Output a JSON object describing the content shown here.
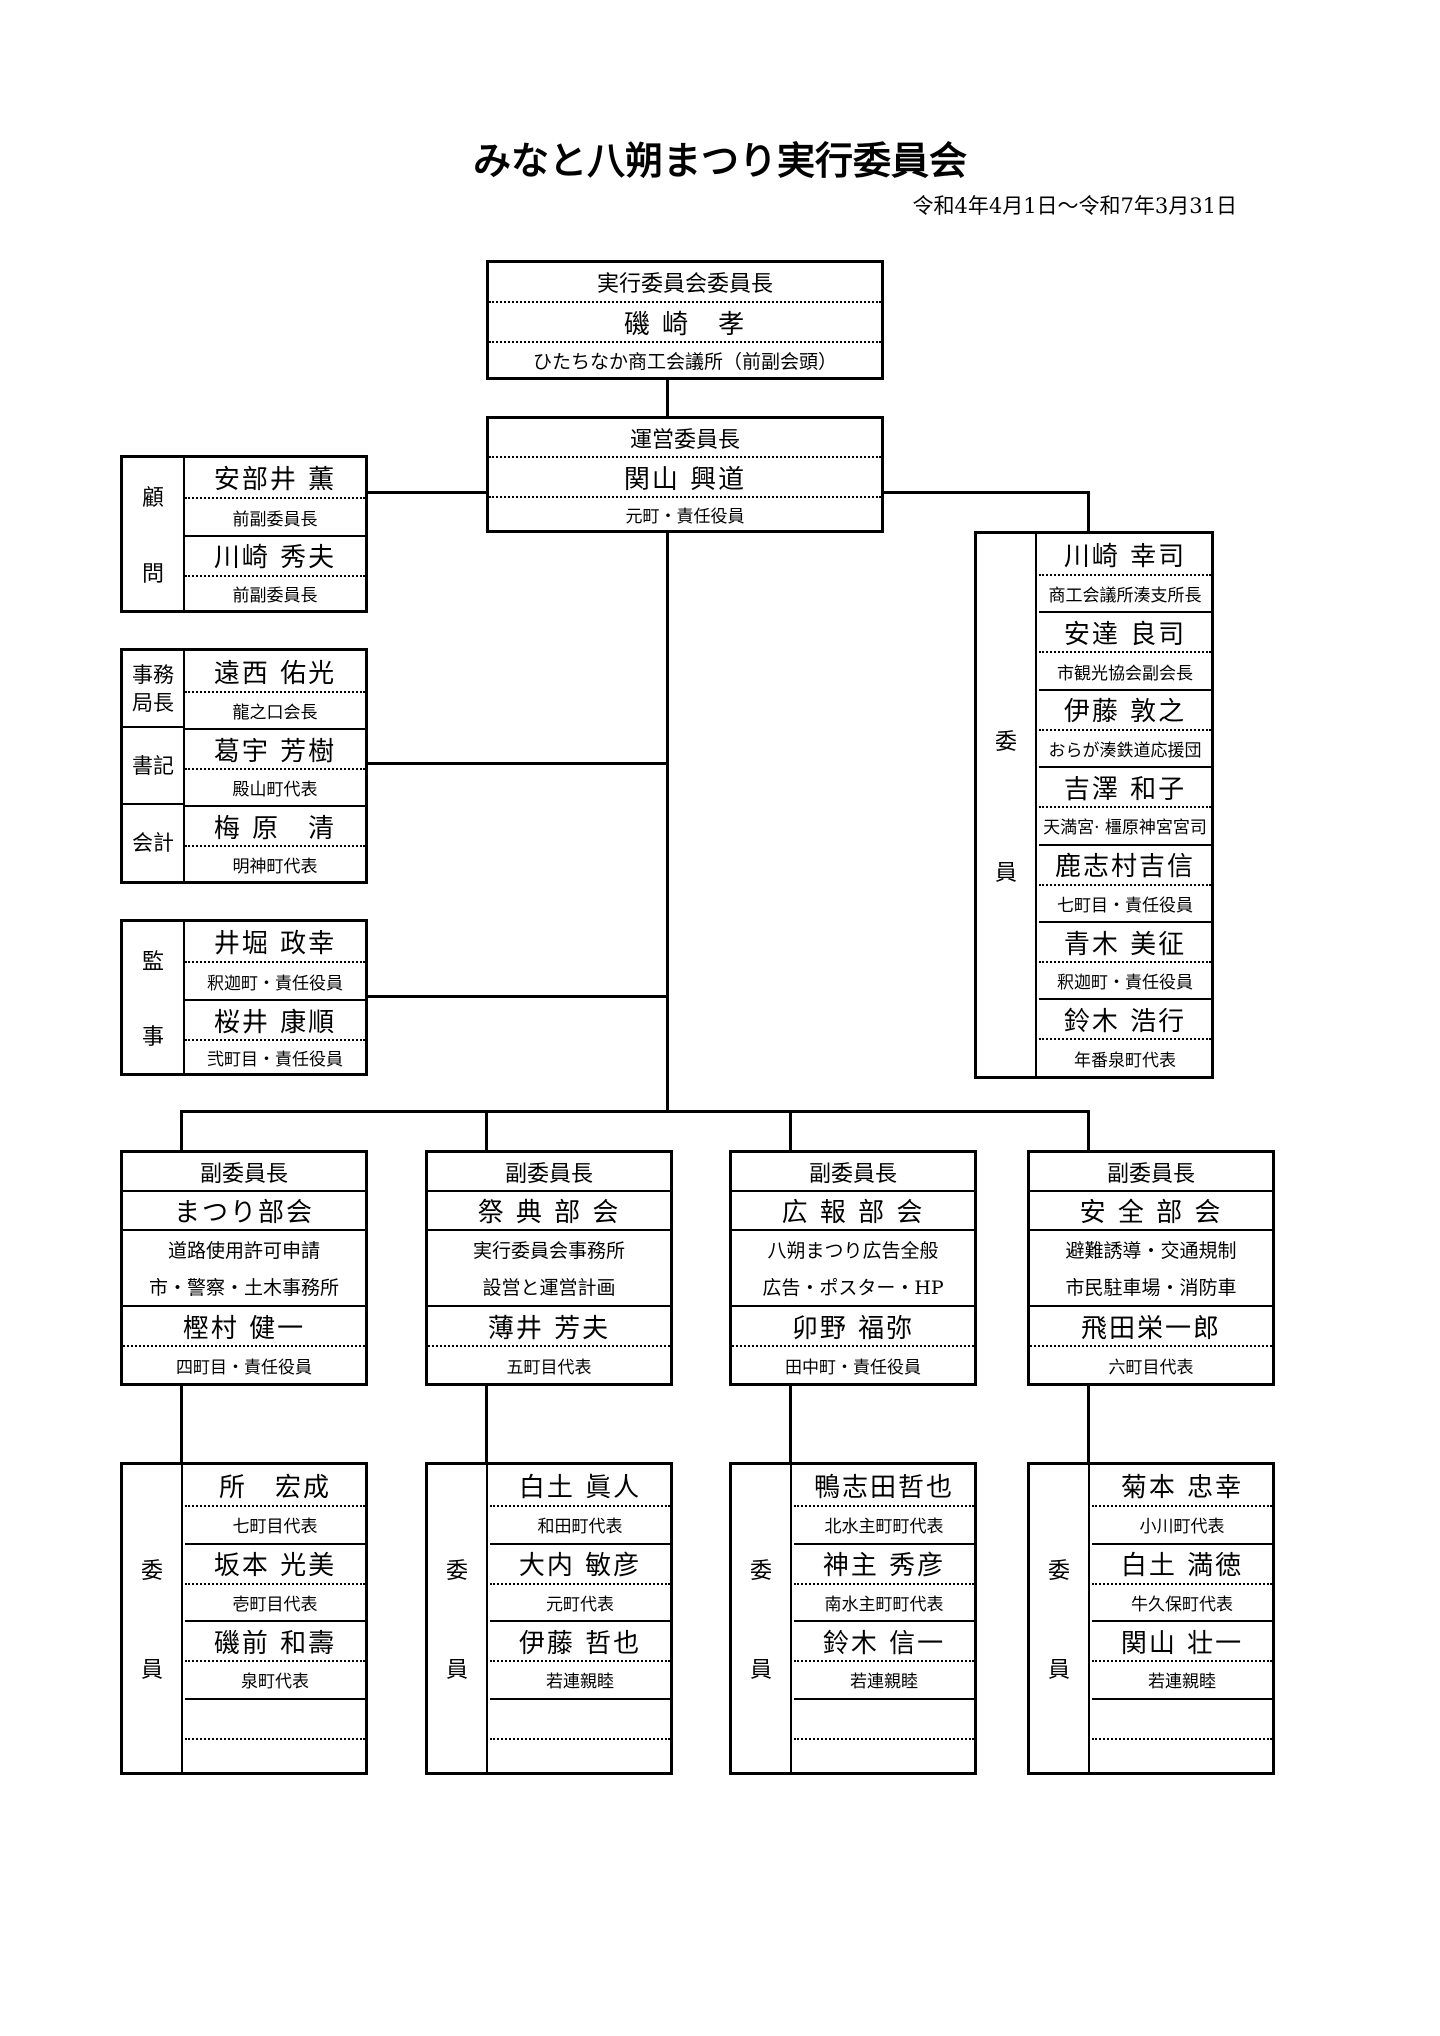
{
  "title": "みなと八朔まつり実行委員会",
  "period": "令和4年4月1日～令和7年3月31日",
  "chairman": {
    "role": "実行委員会委員長",
    "name": "磯 崎　孝",
    "affiliation": "ひたちなか商工会議所（前副会頭）"
  },
  "operations": {
    "role": "運営委員長",
    "name": "関山 興道",
    "affiliation": "元町・責任役員"
  },
  "advisors": {
    "label": [
      "顧",
      "問"
    ],
    "members": [
      {
        "name": "安部井 薫",
        "affiliation": "前副委員長"
      },
      {
        "name": "川崎 秀夫",
        "affiliation": "前副委員長"
      }
    ]
  },
  "secretariat": [
    {
      "label": "事務\n局長",
      "name": "遠西 佑光",
      "affiliation": "龍之口会長"
    },
    {
      "label": "書記",
      "name": "葛宇 芳樹",
      "affiliation": "殿山町代表"
    },
    {
      "label": "会計",
      "name": "梅 原　清",
      "affiliation": "明神町代表"
    }
  ],
  "auditors": {
    "label": [
      "監",
      "事"
    ],
    "members": [
      {
        "name": "井堀 政幸",
        "affiliation": "釈迦町・責任役員"
      },
      {
        "name": "桜井 康順",
        "affiliation": "弐町目・責任役員"
      }
    ]
  },
  "committee": {
    "label": [
      "委",
      "員"
    ],
    "members": [
      {
        "name": "川崎 幸司",
        "affiliation": "商工会議所湊支所長"
      },
      {
        "name": "安達 良司",
        "affiliation": "市観光協会副会長"
      },
      {
        "name": "伊藤 敦之",
        "affiliation": "おらが湊鉄道応援団"
      },
      {
        "name": "吉澤 和子",
        "affiliation": "天満宮· 橿原神宮宮司"
      },
      {
        "name": "鹿志村吉信",
        "affiliation": "七町目・責任役員"
      },
      {
        "name": "青木 美征",
        "affiliation": "釈迦町・責任役員"
      },
      {
        "name": "鈴木 浩行",
        "affiliation": "年番泉町代表"
      }
    ]
  },
  "departments": [
    {
      "role": "副委員長",
      "dept": "まつり部会",
      "duties": [
        "道路使用許可申請",
        "市・警察・土木事務所"
      ],
      "head": {
        "name": "樫村 健一",
        "affiliation": "四町目・責任役員"
      },
      "label": [
        "委",
        "員"
      ],
      "members": [
        {
          "name": "所　宏成",
          "affiliation": "七町目代表"
        },
        {
          "name": "坂本 光美",
          "affiliation": "壱町目代表"
        },
        {
          "name": "磯前 和壽",
          "affiliation": "泉町代表"
        }
      ]
    },
    {
      "role": "副委員長",
      "dept": "祭 典 部 会",
      "duties": [
        "実行委員会事務所",
        "設営と運営計画"
      ],
      "head": {
        "name": "薄井 芳夫",
        "affiliation": "五町目代表"
      },
      "label": [
        "委",
        "員"
      ],
      "members": [
        {
          "name": "白土 眞人",
          "affiliation": "和田町代表"
        },
        {
          "name": "大内 敏彦",
          "affiliation": "元町代表"
        },
        {
          "name": "伊藤 哲也",
          "affiliation": "若連親睦"
        }
      ]
    },
    {
      "role": "副委員長",
      "dept": "広 報 部 会",
      "duties": [
        "八朔まつり広告全般",
        "広告・ポスター・HP"
      ],
      "head": {
        "name": "卯野 福弥",
        "affiliation": "田中町・責任役員"
      },
      "label": [
        "委",
        "員"
      ],
      "members": [
        {
          "name": "鴨志田哲也",
          "affiliation": "北水主町町代表"
        },
        {
          "name": "神主 秀彦",
          "affiliation": "南水主町町代表"
        },
        {
          "name": "鈴木 信一",
          "affiliation": "若連親睦"
        }
      ]
    },
    {
      "role": "副委員長",
      "dept": "安 全 部 会",
      "duties": [
        "避難誘導・交通規制",
        "市民駐車場・消防車"
      ],
      "head": {
        "name": "飛田栄一郎",
        "affiliation": "六町目代表"
      },
      "label": [
        "委",
        "員"
      ],
      "members": [
        {
          "name": "菊本 忠幸",
          "affiliation": "小川町代表"
        },
        {
          "name": "白土 満徳",
          "affiliation": "牛久保町代表"
        },
        {
          "name": "関山 壮一",
          "affiliation": "若連親睦"
        }
      ]
    }
  ]
}
